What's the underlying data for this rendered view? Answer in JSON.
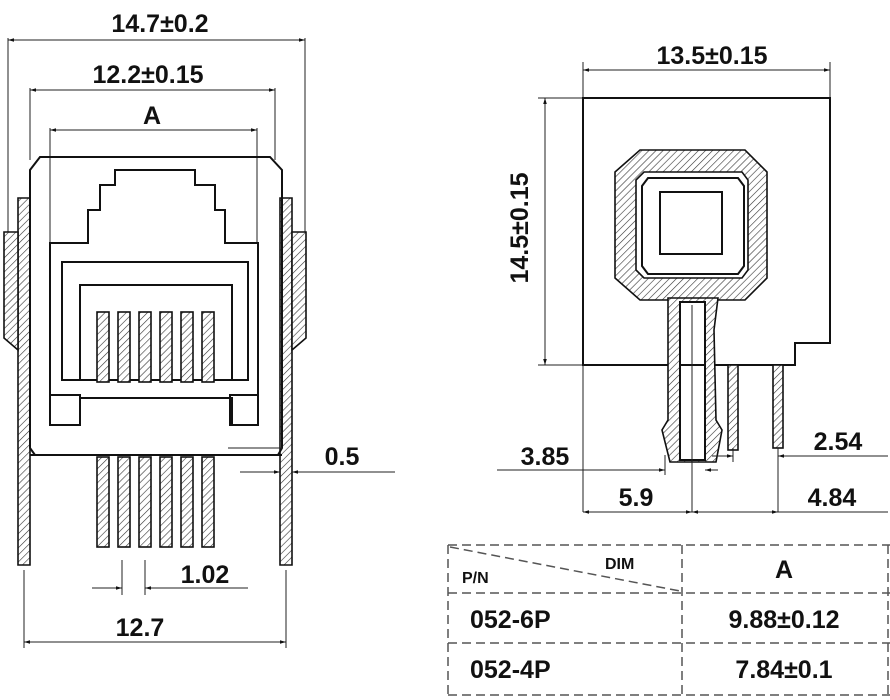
{
  "front_view": {
    "overall_width": "14.7±0.2",
    "body_width": "12.2±0.15",
    "dim_a": "A",
    "pin_thickness": "0.5",
    "pin_pitch": "1.02",
    "peg_spacing": "12.7"
  },
  "side_view": {
    "width": "13.5±0.15",
    "height": "14.5±0.15",
    "dim_3_85": "3.85",
    "dim_2_54": "2.54",
    "dim_5_9": "5.9",
    "dim_4_84": "4.84"
  },
  "table": {
    "header_pn": "P/N",
    "header_dim": "DIM",
    "header_a": "A",
    "rows": [
      {
        "pn": "052-6P",
        "a": "9.88±0.12"
      },
      {
        "pn": "052-4P",
        "a": "7.84±0.1"
      }
    ]
  }
}
